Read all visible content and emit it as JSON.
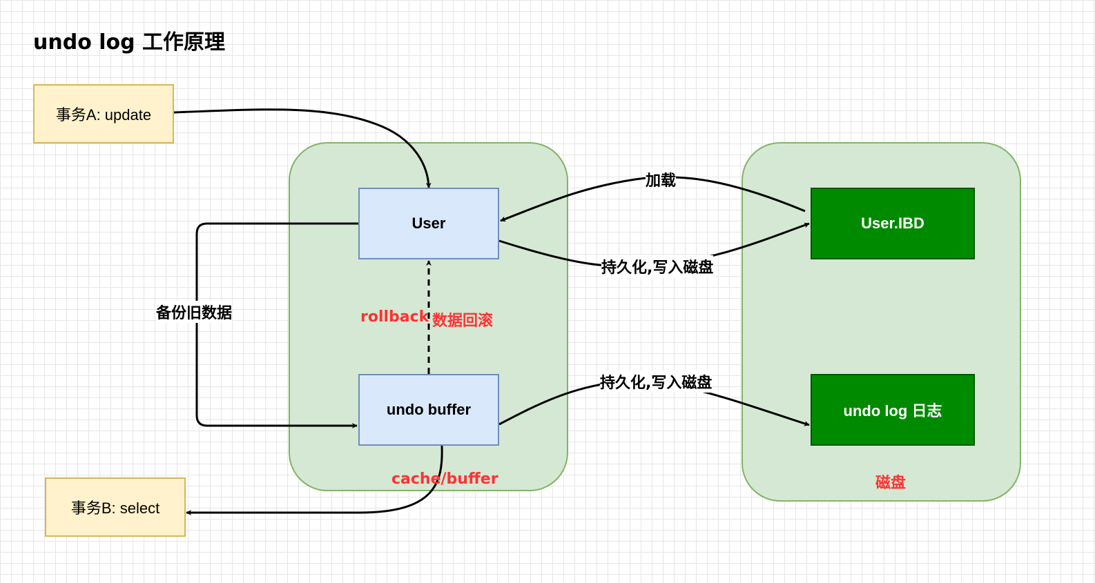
{
  "title": "undo log 工作原理",
  "nodes": {
    "tx_a": "事务A: update",
    "tx_b": "事务B: select",
    "user": "User",
    "undo_buffer": "undo buffer",
    "user_ibd": "User.IBD",
    "undo_log": "undo log 日志"
  },
  "containers": {
    "cache": "cache/buffer",
    "disk": "磁盘"
  },
  "edges": {
    "load": "加载",
    "persist_user": "持久化,写入磁盘",
    "persist_undo": "持久化,写入磁盘",
    "backup": "备份旧数据",
    "rollback": "rollback",
    "rollback_cn": "数据回滚"
  },
  "colors": {
    "container_fill": "#d5e8d4",
    "container_stroke": "#82b366",
    "tx_fill": "#fff2cc",
    "tx_stroke": "#d6b656",
    "mem_fill": "#dae8fc",
    "mem_stroke": "#6c8ebf",
    "disk_fill": "#008a00",
    "label_red": "#ff3333"
  }
}
